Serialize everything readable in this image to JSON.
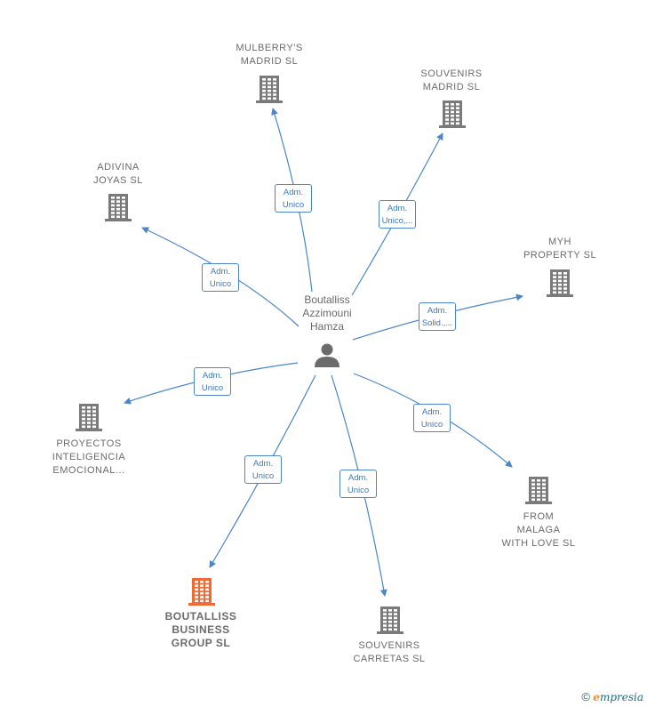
{
  "center": {
    "label": "Boutalliss\nAzzimouni\nHamza"
  },
  "nodes": [
    {
      "id": "mulberrys",
      "label": "MULBERRY'S\nMADRID  SL",
      "highlight": false
    },
    {
      "id": "souvenirs_madrid",
      "label": "SOUVENIRS\nMADRID  SL",
      "highlight": false
    },
    {
      "id": "adivina",
      "label": "ADIVINA\nJOYAS  SL",
      "highlight": false
    },
    {
      "id": "myh",
      "label": "MYH\nPROPERTY  SL",
      "highlight": false
    },
    {
      "id": "proyectos",
      "label": "PROYECTOS\nINTELIGENCIA\nEMOCIONAL...",
      "highlight": false
    },
    {
      "id": "from_malaga",
      "label": "FROM\nMALAGA\nWITH LOVE  SL",
      "highlight": false
    },
    {
      "id": "boutalliss",
      "label": "BOUTALLISS\nBUSINESS\nGROUP  SL",
      "highlight": true
    },
    {
      "id": "souvenirs_carretas",
      "label": "SOUVENIRS\nCARRETAS  SL",
      "highlight": false
    }
  ],
  "edges": [
    {
      "target": "mulberrys",
      "label": "Adm.\nUnico"
    },
    {
      "target": "souvenirs_madrid",
      "label": "Adm.\nUnico,..."
    },
    {
      "target": "adivina",
      "label": "Adm.\nUnico"
    },
    {
      "target": "myh",
      "label": "Adm.\nSolid.,..."
    },
    {
      "target": "proyectos",
      "label": "Adm.\nUnico"
    },
    {
      "target": "from_malaga",
      "label": "Adm.\nUnico"
    },
    {
      "target": "boutalliss",
      "label": "Adm.\nUnico"
    },
    {
      "target": "souvenirs_carretas",
      "label": "Adm.\nUnico"
    }
  ],
  "colors": {
    "edge": "#4a86c8",
    "building": "#7a7a7a",
    "building_highlight": "#f06a35",
    "person": "#6b6b6b"
  },
  "footer": {
    "symbol": "©",
    "brand_initial": "e",
    "brand_rest": "mpresia"
  }
}
